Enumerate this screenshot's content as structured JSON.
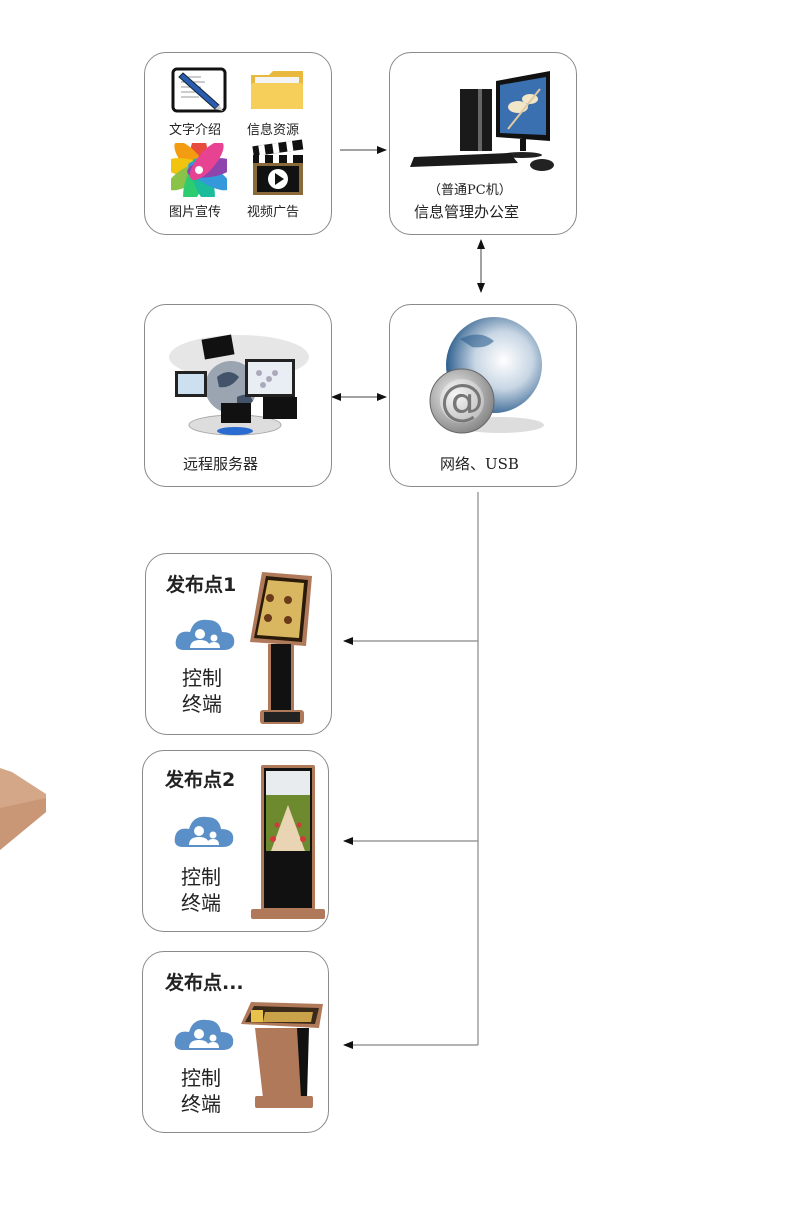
{
  "diagram": {
    "sources": {
      "items": [
        {
          "label": "文字介绍",
          "icon": "document-pen-icon"
        },
        {
          "label": "信息资源",
          "icon": "folder-icon"
        },
        {
          "label": "图片宣传",
          "icon": "color-wheel-icon"
        },
        {
          "label": "视频广告",
          "icon": "clapperboard-icon"
        }
      ]
    },
    "office": {
      "subtitle": "（普通PC机）",
      "title": "信息管理办公室",
      "icon": "desktop-computer-icon"
    },
    "server": {
      "title": "远程服务器",
      "icon": "server-globe-icon"
    },
    "network": {
      "title": "网络、USB",
      "icon": "globe-at-icon"
    },
    "endpoints": [
      {
        "title": "发布点1",
        "control_line1": "控制",
        "control_line2": "终端",
        "device": "tilted-kiosk-icon"
      },
      {
        "title": "发布点2",
        "control_line1": "控制",
        "control_line2": "终端",
        "device": "vertical-display-icon"
      },
      {
        "title": "发布点...",
        "control_line1": "控制",
        "control_line2": "终端",
        "device": "podium-kiosk-icon"
      }
    ],
    "colors": {
      "border": "#8a8a8a",
      "arrow": "#111111",
      "line": "#888888",
      "cloud": "#5b8fc7",
      "bronze": "#b07a5a"
    }
  }
}
